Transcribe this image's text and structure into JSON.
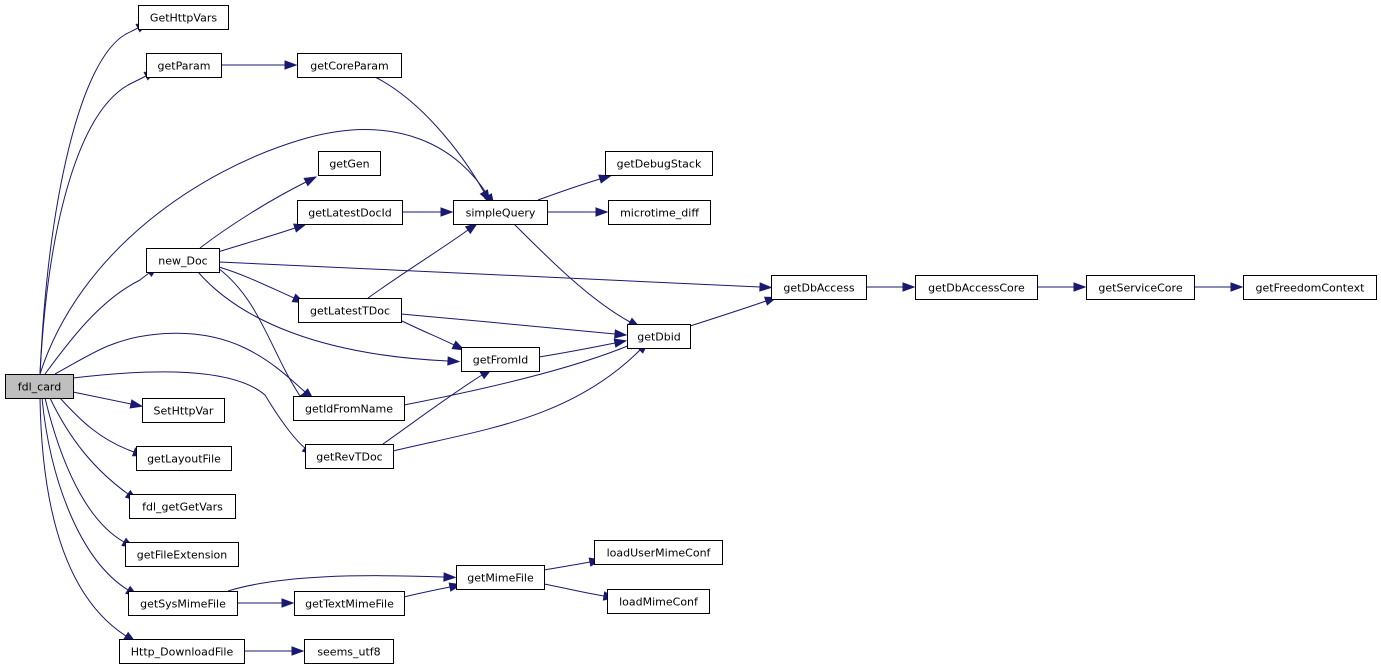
{
  "graph": {
    "root": "fdl_card",
    "colors": {
      "edge": "#191970",
      "node_border": "#000000",
      "root_fill": "#bfbfbf",
      "node_fill": "#ffffff"
    },
    "nodes": [
      {
        "id": "fdl_card",
        "label": "fdl_card"
      },
      {
        "id": "GetHttpVars",
        "label": "GetHttpVars"
      },
      {
        "id": "getParam",
        "label": "getParam"
      },
      {
        "id": "getCoreParam",
        "label": "getCoreParam"
      },
      {
        "id": "getGen",
        "label": "getGen"
      },
      {
        "id": "getLatestDocId",
        "label": "getLatestDocId"
      },
      {
        "id": "simpleQuery",
        "label": "simpleQuery"
      },
      {
        "id": "getDebugStack",
        "label": "getDebugStack"
      },
      {
        "id": "microtime_diff",
        "label": "microtime_diff"
      },
      {
        "id": "new_Doc",
        "label": "new_Doc"
      },
      {
        "id": "getDbAccess",
        "label": "getDbAccess"
      },
      {
        "id": "getDbAccessCore",
        "label": "getDbAccessCore"
      },
      {
        "id": "getServiceCore",
        "label": "getServiceCore"
      },
      {
        "id": "getFreedomContext",
        "label": "getFreedomContext"
      },
      {
        "id": "getLatestTDoc",
        "label": "getLatestTDoc"
      },
      {
        "id": "getDbid",
        "label": "getDbid"
      },
      {
        "id": "getFromId",
        "label": "getFromId"
      },
      {
        "id": "getIdFromName",
        "label": "getIdFromName"
      },
      {
        "id": "SetHttpVar",
        "label": "SetHttpVar"
      },
      {
        "id": "getRevTDoc",
        "label": "getRevTDoc"
      },
      {
        "id": "getLayoutFile",
        "label": "getLayoutFile"
      },
      {
        "id": "fdl_getGetVars",
        "label": "fdl_getGetVars"
      },
      {
        "id": "getFileExtension",
        "label": "getFileExtension"
      },
      {
        "id": "loadUserMimeConf",
        "label": "loadUserMimeConf"
      },
      {
        "id": "getMimeFile",
        "label": "getMimeFile"
      },
      {
        "id": "getSysMimeFile",
        "label": "getSysMimeFile"
      },
      {
        "id": "getTextMimeFile",
        "label": "getTextMimeFile"
      },
      {
        "id": "loadMimeConf",
        "label": "loadMimeConf"
      },
      {
        "id": "Http_DownloadFile",
        "label": "Http_DownloadFile"
      },
      {
        "id": "seems_utf8",
        "label": "seems_utf8"
      }
    ],
    "edges": [
      {
        "from": "fdl_card",
        "to": "GetHttpVars"
      },
      {
        "from": "fdl_card",
        "to": "getParam"
      },
      {
        "from": "fdl_card",
        "to": "simpleQuery"
      },
      {
        "from": "fdl_card",
        "to": "new_Doc"
      },
      {
        "from": "fdl_card",
        "to": "getIdFromName"
      },
      {
        "from": "fdl_card",
        "to": "SetHttpVar"
      },
      {
        "from": "fdl_card",
        "to": "getRevTDoc"
      },
      {
        "from": "fdl_card",
        "to": "getLayoutFile"
      },
      {
        "from": "fdl_card",
        "to": "fdl_getGetVars"
      },
      {
        "from": "fdl_card",
        "to": "getFileExtension"
      },
      {
        "from": "fdl_card",
        "to": "getSysMimeFile"
      },
      {
        "from": "fdl_card",
        "to": "Http_DownloadFile"
      },
      {
        "from": "getParam",
        "to": "getCoreParam"
      },
      {
        "from": "getCoreParam",
        "to": "simpleQuery"
      },
      {
        "from": "new_Doc",
        "to": "getGen"
      },
      {
        "from": "new_Doc",
        "to": "getLatestDocId"
      },
      {
        "from": "new_Doc",
        "to": "getDbAccess"
      },
      {
        "from": "new_Doc",
        "to": "getLatestTDoc"
      },
      {
        "from": "new_Doc",
        "to": "getFromId"
      },
      {
        "from": "new_Doc",
        "to": "getIdFromName"
      },
      {
        "from": "getLatestDocId",
        "to": "simpleQuery"
      },
      {
        "from": "simpleQuery",
        "to": "getDebugStack"
      },
      {
        "from": "simpleQuery",
        "to": "microtime_diff"
      },
      {
        "from": "simpleQuery",
        "to": "getDbid"
      },
      {
        "from": "getLatestTDoc",
        "to": "simpleQuery"
      },
      {
        "from": "getLatestTDoc",
        "to": "getDbid"
      },
      {
        "from": "getLatestTDoc",
        "to": "getFromId"
      },
      {
        "from": "getFromId",
        "to": "getDbid"
      },
      {
        "from": "getIdFromName",
        "to": "getDbid"
      },
      {
        "from": "getRevTDoc",
        "to": "getFromId"
      },
      {
        "from": "getRevTDoc",
        "to": "getDbid"
      },
      {
        "from": "getDbid",
        "to": "getDbAccess"
      },
      {
        "from": "getDbAccess",
        "to": "getDbAccessCore"
      },
      {
        "from": "getDbAccessCore",
        "to": "getServiceCore"
      },
      {
        "from": "getServiceCore",
        "to": "getFreedomContext"
      },
      {
        "from": "getSysMimeFile",
        "to": "getMimeFile"
      },
      {
        "from": "getSysMimeFile",
        "to": "getTextMimeFile"
      },
      {
        "from": "getTextMimeFile",
        "to": "getMimeFile"
      },
      {
        "from": "getMimeFile",
        "to": "loadUserMimeConf"
      },
      {
        "from": "getMimeFile",
        "to": "loadMimeConf"
      },
      {
        "from": "Http_DownloadFile",
        "to": "seems_utf8"
      }
    ]
  }
}
